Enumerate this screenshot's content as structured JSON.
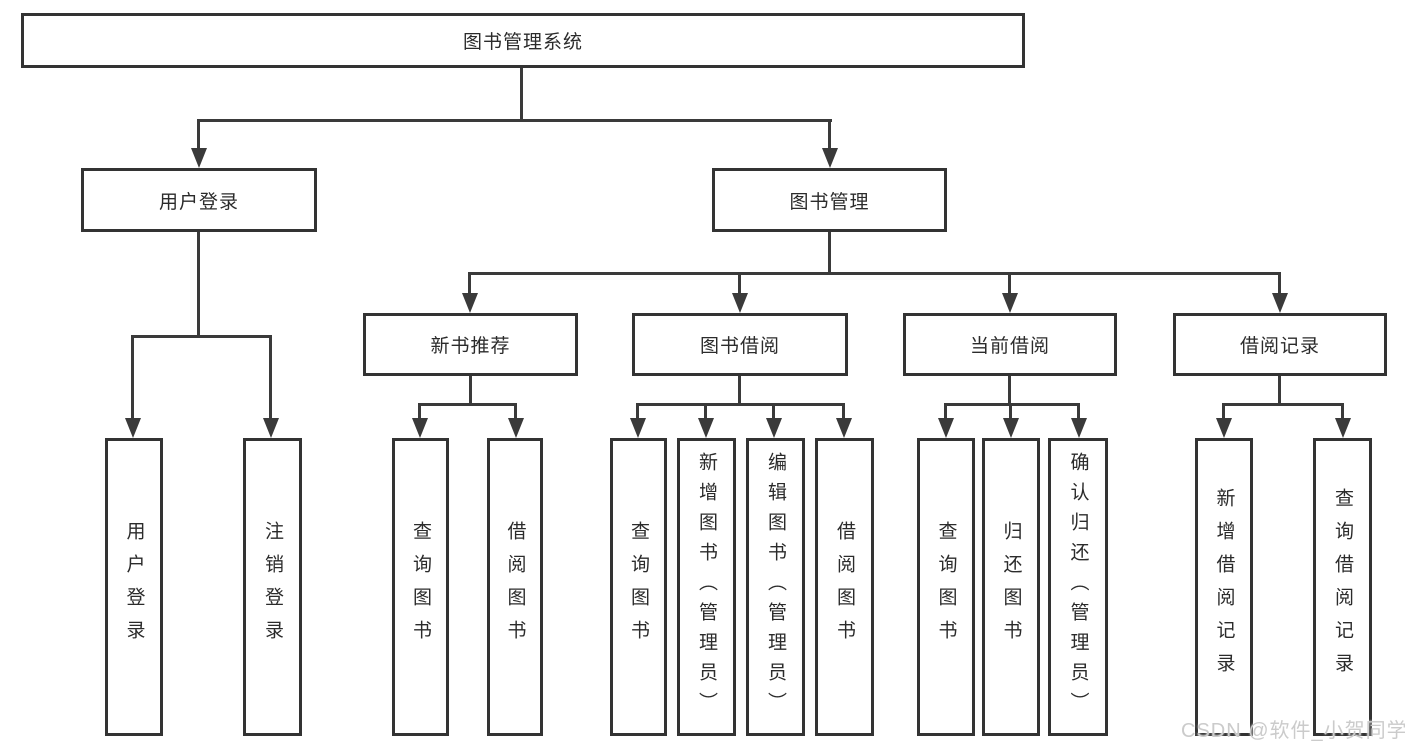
{
  "colors": {
    "line": "#3a3a3a",
    "box_border": "#333333",
    "text": "#2b2b2b",
    "watermark": "#cbcbcb",
    "background": "#ffffff"
  },
  "tree": {
    "root": {
      "label": "图书管理系统"
    },
    "level2": [
      {
        "label": "用户登录"
      },
      {
        "label": "图书管理"
      }
    ],
    "level3": [
      {
        "label": "新书推荐"
      },
      {
        "label": "图书借阅"
      },
      {
        "label": "当前借阅"
      },
      {
        "label": "借阅记录"
      }
    ],
    "leaves": {
      "user_login": [
        "用户登录",
        "注销登录"
      ],
      "new_books": [
        "查询图书",
        "借阅图书"
      ],
      "book_borrow": [
        "查询图书",
        "新增图书（管理员）",
        "编辑图书（管理员）",
        "借阅图书"
      ],
      "current_borrow": [
        "查询图书",
        "归还图书",
        "确认归还（管理员）"
      ],
      "borrow_records": [
        "新增借阅记录",
        "查询借阅记录"
      ]
    }
  },
  "watermark": {
    "text": "CSDN @软件_小贺同学"
  }
}
